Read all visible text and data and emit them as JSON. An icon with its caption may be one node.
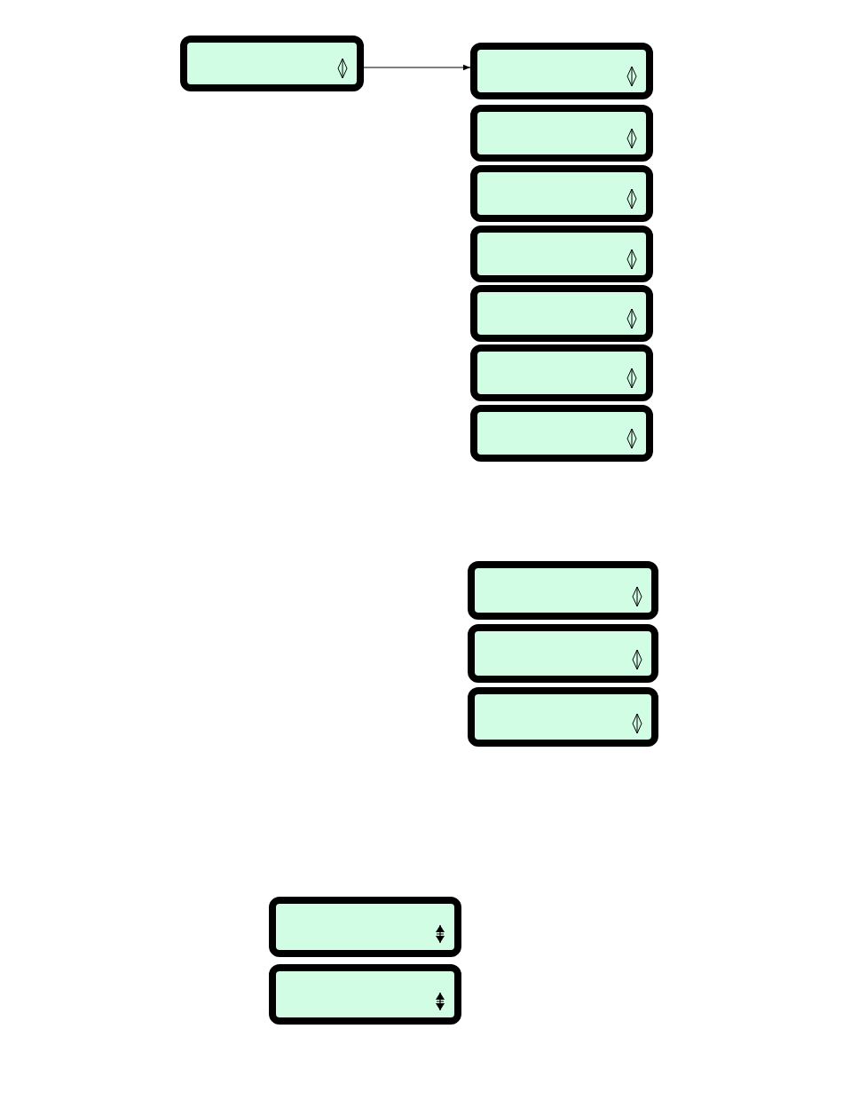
{
  "diagram": {
    "nodes": [
      {
        "text": [],
        "shape": "box"
      },
      {
        "text": [],
        "shape": "box"
      },
      {
        "text": [],
        "shape": "box"
      },
      {
        "text": [],
        "shape": "box"
      },
      {
        "text": [],
        "shape": "box"
      },
      {
        "text": [],
        "shape": "box"
      },
      {
        "text": [],
        "shape": "box"
      },
      {
        "text": [],
        "shape": "box"
      },
      {
        "text": [],
        "shape": "box"
      },
      {
        "text": [],
        "shape": "box"
      },
      {
        "text": [],
        "shape": "box"
      },
      {
        "text": [],
        "shape": "box"
      },
      {
        "text": [],
        "shape": "box"
      }
    ],
    "edges": [
      {
        "from": 0,
        "to": 1,
        "arrow": "to"
      }
    ]
  }
}
